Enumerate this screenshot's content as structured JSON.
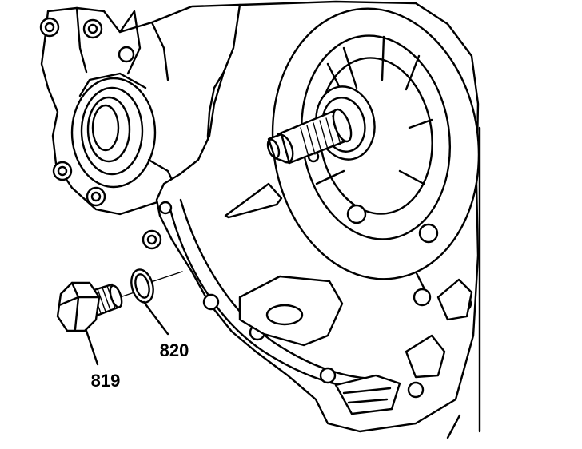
{
  "callouts": [
    {
      "id": "drain-plug",
      "number": "819"
    },
    {
      "id": "seal-washer",
      "number": "820"
    }
  ]
}
